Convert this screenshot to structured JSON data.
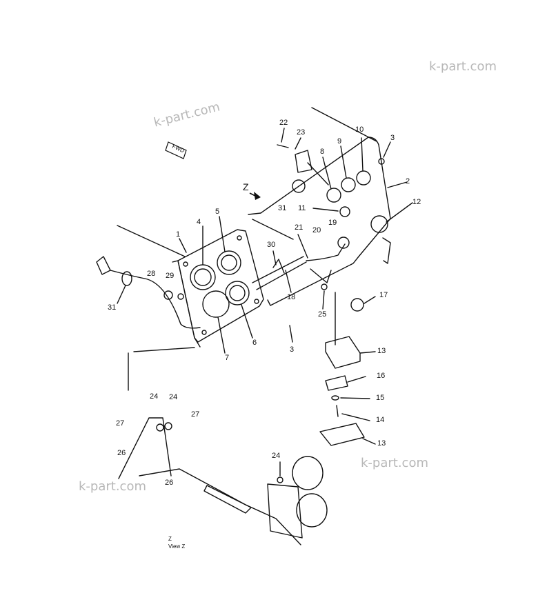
{
  "watermarks": [
    "k-part.com",
    "k-part.com",
    "k-part.com",
    "k-part.com"
  ],
  "forward_badge": "FWD",
  "view_arrow_label": "Z",
  "view_caption": [
    "Z",
    "View Z"
  ],
  "part_numbers": [
    "1",
    "2",
    "3",
    "3",
    "4",
    "5",
    "6",
    "7",
    "8",
    "9",
    "10",
    "11",
    "12",
    "13",
    "13",
    "14",
    "15",
    "16",
    "17",
    "18",
    "19",
    "20",
    "21",
    "22",
    "23",
    "24",
    "24",
    "24",
    "25",
    "26",
    "26",
    "27",
    "27",
    "28",
    "29",
    "30",
    "31",
    "31"
  ],
  "colors": {
    "line": "#111111",
    "watermark": "#b8b8b8",
    "background": "#ffffff"
  }
}
